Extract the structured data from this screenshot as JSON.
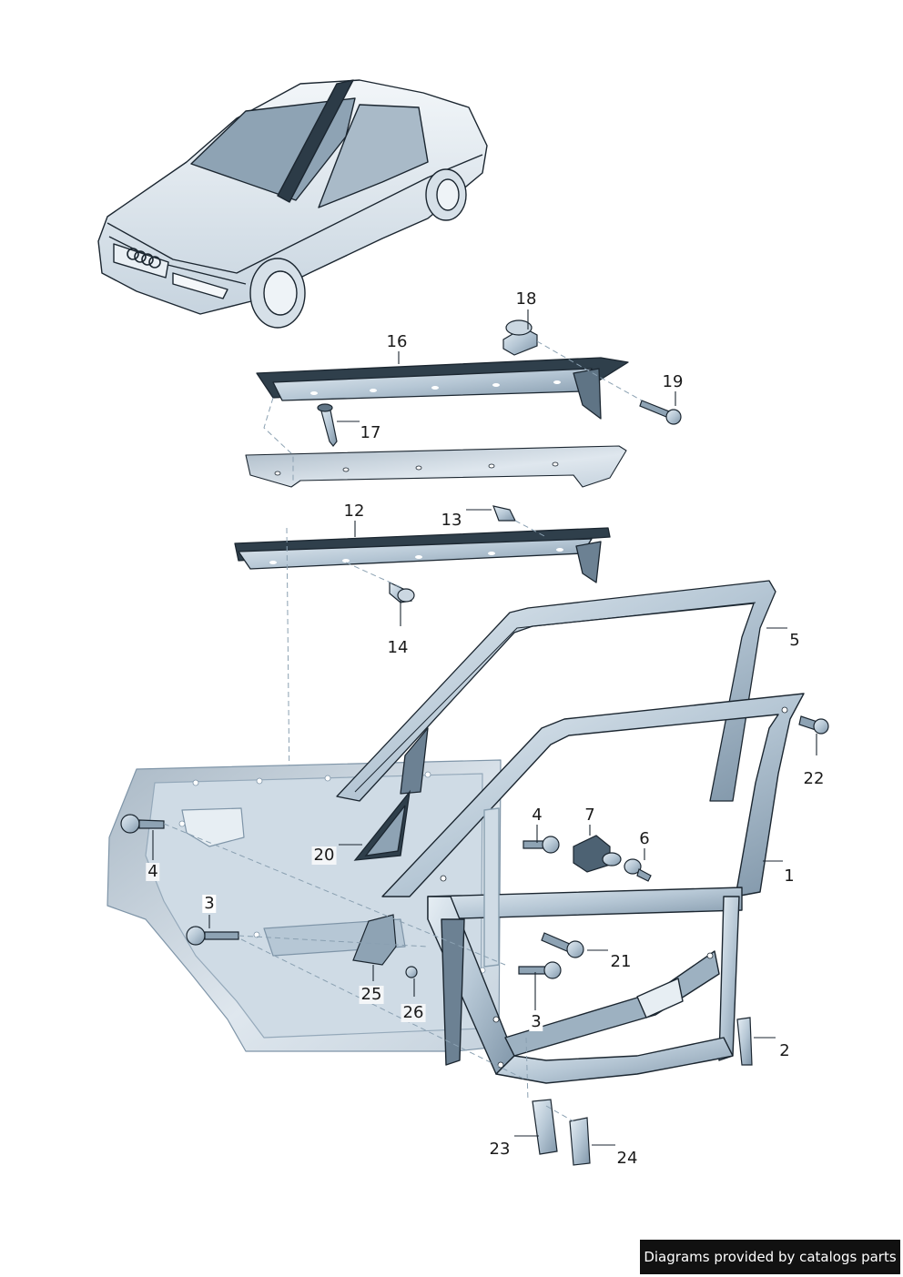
{
  "callouts": [
    {
      "id": "c1",
      "label": "1"
    },
    {
      "id": "c2",
      "label": "2"
    },
    {
      "id": "c3a",
      "label": "3"
    },
    {
      "id": "c3b",
      "label": "3"
    },
    {
      "id": "c4a",
      "label": "4"
    },
    {
      "id": "c4b",
      "label": "4"
    },
    {
      "id": "c5",
      "label": "5"
    },
    {
      "id": "c6",
      "label": "6"
    },
    {
      "id": "c7",
      "label": "7"
    },
    {
      "id": "c12",
      "label": "12"
    },
    {
      "id": "c13",
      "label": "13"
    },
    {
      "id": "c14",
      "label": "14"
    },
    {
      "id": "c16",
      "label": "16"
    },
    {
      "id": "c17",
      "label": "17"
    },
    {
      "id": "c18",
      "label": "18"
    },
    {
      "id": "c19",
      "label": "19"
    },
    {
      "id": "c20",
      "label": "20"
    },
    {
      "id": "c21",
      "label": "21"
    },
    {
      "id": "c22",
      "label": "22"
    },
    {
      "id": "c23",
      "label": "23"
    },
    {
      "id": "c24",
      "label": "24"
    },
    {
      "id": "c25",
      "label": "25"
    },
    {
      "id": "c26",
      "label": "26"
    }
  ],
  "footer": {
    "text": "Diagrams provided by catalogs parts"
  },
  "colors": {
    "part_fill": "#b9c9d7",
    "part_dark": "#4d6273",
    "outline": "#1b2630",
    "car_body": "#dfe8ef",
    "panel": "#cfdbe5"
  }
}
